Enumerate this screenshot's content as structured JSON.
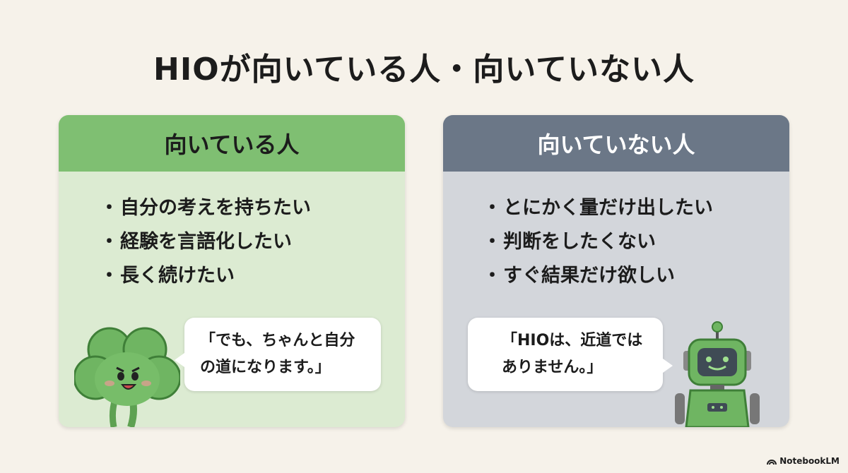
{
  "title": "HIOが向いている人・向いていない人",
  "suited": {
    "heading": "向いている人",
    "items": [
      "自分の考えを持ちたい",
      "経験を言語化したい",
      "長く続けたい"
    ],
    "quote_lines": [
      "「でも、ちゃんと自分",
      "の道になります。」"
    ]
  },
  "unsuited": {
    "heading": "向いていない人",
    "items": [
      "とにかく量だけ出したい",
      "判断をしたくない",
      "すぐ結果だけ欲しい"
    ],
    "quote_lines": [
      "「HIOは、近道では",
      "ありません。」"
    ]
  },
  "branding": "NotebookLM",
  "colors": {
    "suited_header": "#7fbf72",
    "suited_body": "#dcebd2",
    "unsuited_header": "#6b7787",
    "unsuited_body": "#d3d6db",
    "background": "#f6f2ea"
  },
  "icons": [
    "clover-character-icon",
    "robot-character-icon",
    "notebooklm-logo-icon"
  ]
}
